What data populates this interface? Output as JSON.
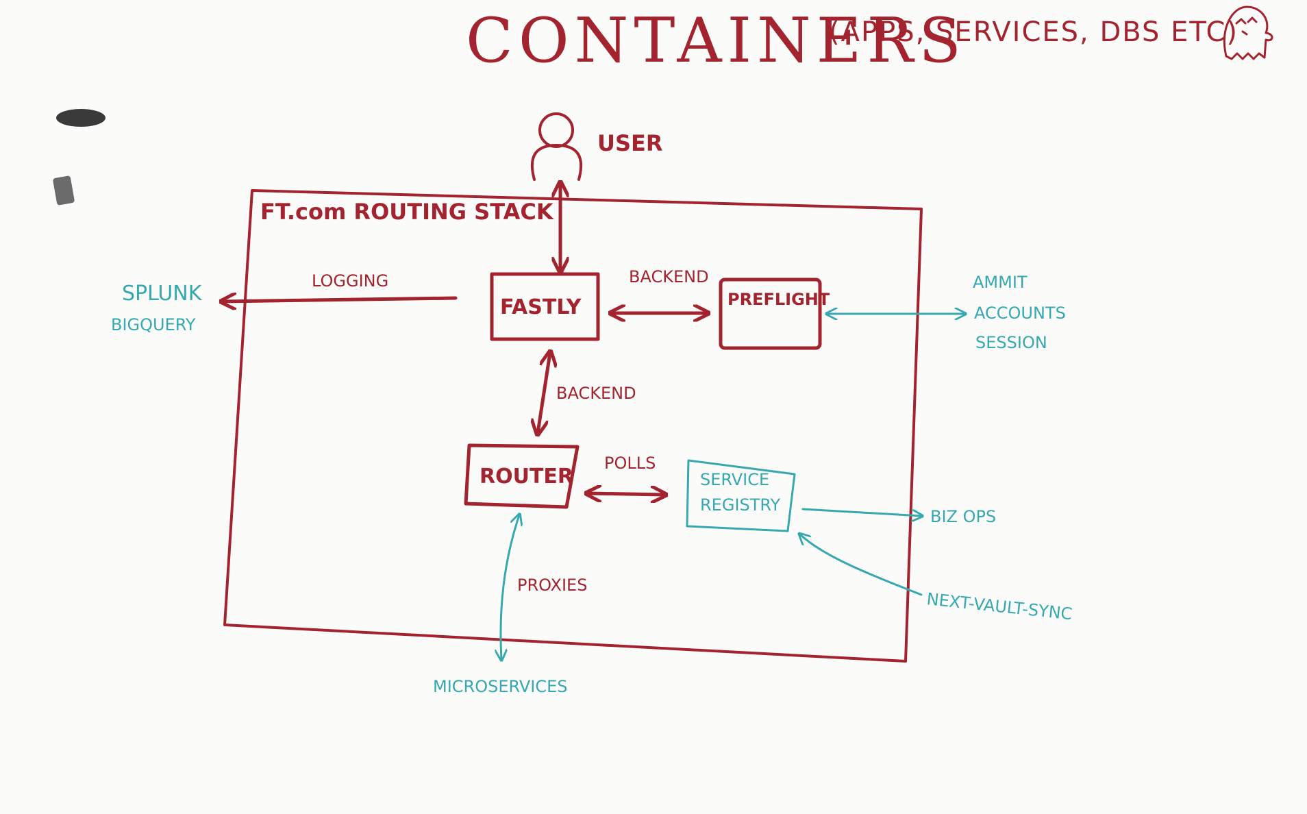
{
  "title": "CONTAINERS",
  "subtitle": "(APPS, SERVICES, DBS ETC)",
  "colors": {
    "red": "#a3242f",
    "teal": "#36a8b0",
    "board": "#fbfbfa"
  },
  "stack_label": "FT.com ROUTING STACK",
  "nodes": {
    "user": "USER",
    "fastly": "FASTLY",
    "preflight": "PREFLIGHT",
    "router": "ROUTER",
    "service_registry_line1": "SERVICE",
    "service_registry_line2": "REGISTRY"
  },
  "edges": {
    "logging": "LOGGING",
    "backend_fastly_preflight": "BACKEND",
    "backend_fastly_router": "BACKEND",
    "polls": "POLLS",
    "proxies": "PROXIES"
  },
  "external": {
    "splunk": "SPLUNK",
    "bigquery": "BIGQUERY",
    "ammit": "AMMIT",
    "accounts": "ACCOUNTS",
    "session": "SESSION",
    "bizops": "BIZ OPS",
    "next_vault_sync": "NEXT-VAULT-SYNC",
    "microservices": "MICROSERVICES"
  }
}
